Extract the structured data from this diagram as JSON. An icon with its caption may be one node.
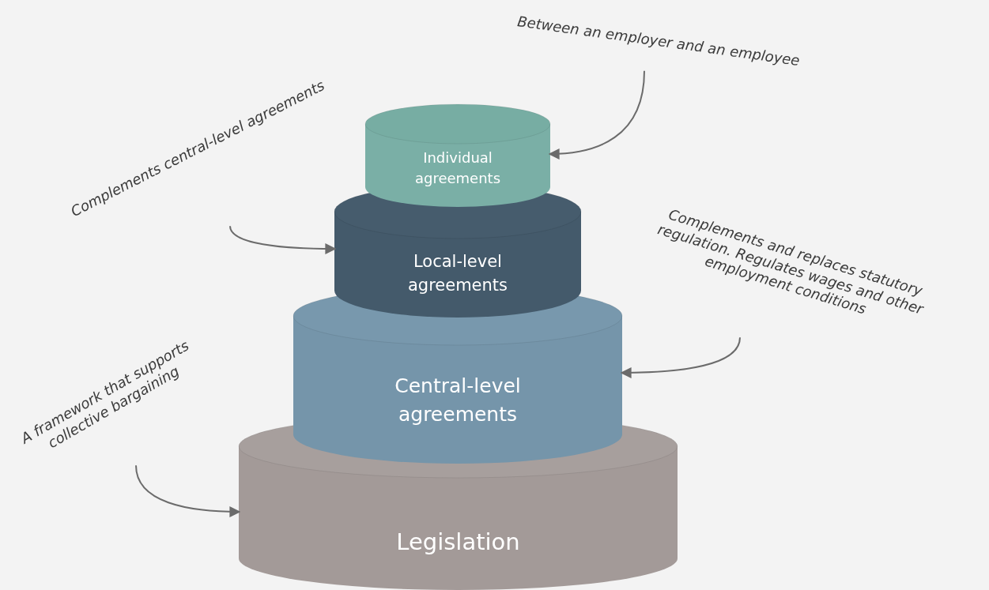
{
  "diagram": {
    "nodes": [
      {
        "text": [
          "Between an employer and an employee"
        ]
      },
      {
        "text": [
          "Complements central-level agreements"
        ]
      },
      {
        "text": [
          "Individual agreements"
        ]
      },
      {
        "text": [
          "Local-level agreements"
        ]
      },
      {
        "text": [
          "Complements and replaces statutory regulation. Regulates wages and other employment conditions"
        ]
      },
      {
        "text": [
          "Central-level agreements"
        ]
      },
      {
        "text": [
          "A framework that supports collective bargaining"
        ]
      },
      {
        "text": [
          "Legislation"
        ]
      }
    ],
    "edges": [
      {
        "from": 0,
        "to": 2,
        "arrow": "to"
      },
      {
        "from": 1,
        "to": 3,
        "arrow": "to"
      },
      {
        "from": 4,
        "to": 5,
        "arrow": "to"
      },
      {
        "from": 6,
        "to": 7,
        "arrow": "to"
      }
    ]
  }
}
